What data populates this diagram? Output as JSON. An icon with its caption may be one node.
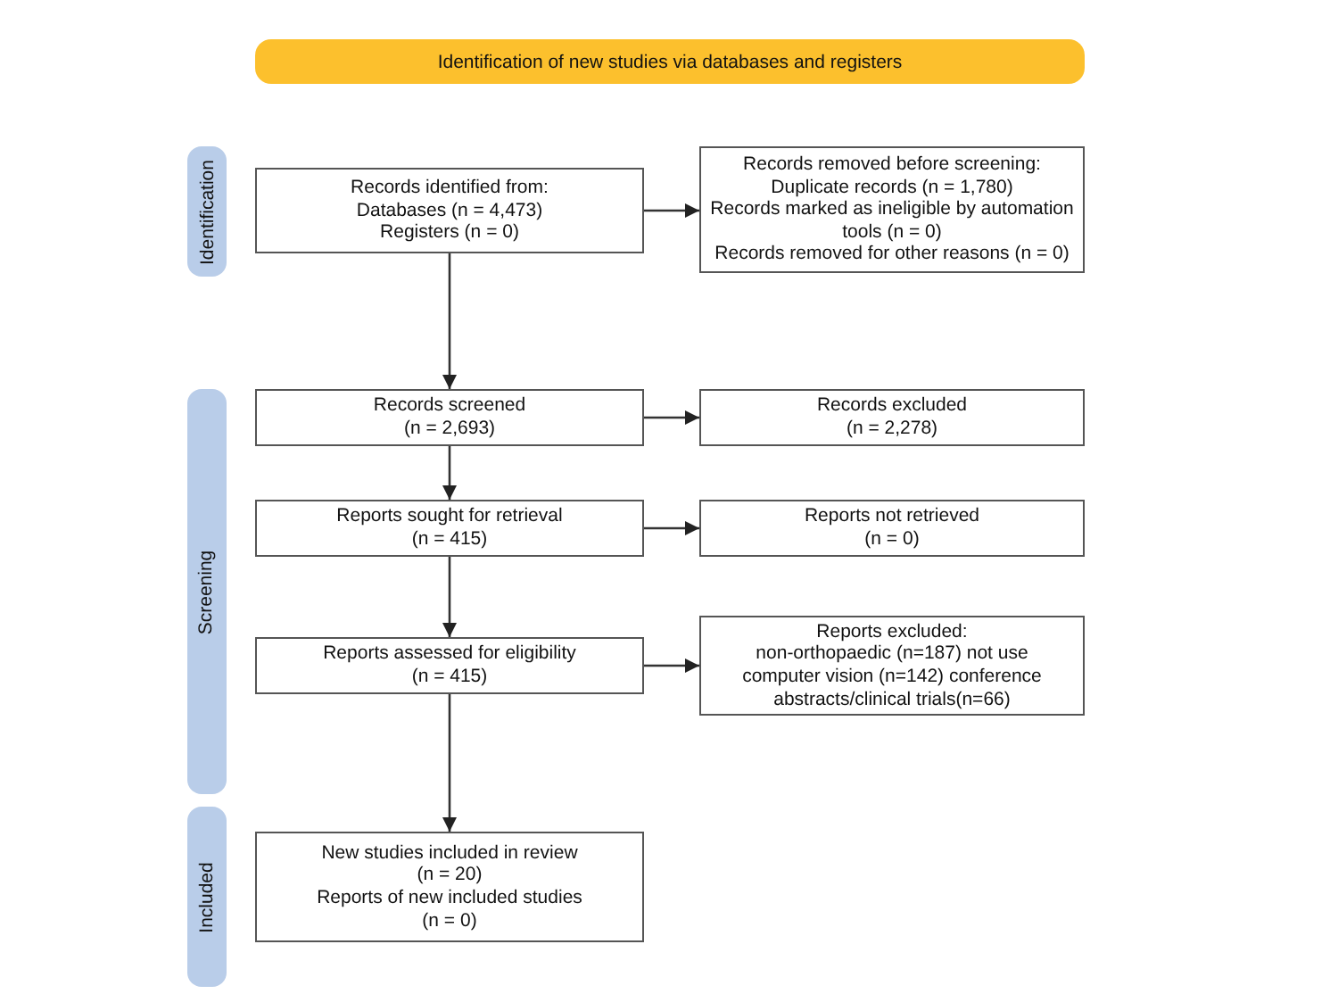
{
  "diagram": {
    "nodes": [
      {
        "text": [
          "Identification of new studies via databases and registers"
        ]
      },
      {
        "text": [
          "Identification"
        ]
      },
      {
        "text": [
          "Screening"
        ]
      },
      {
        "text": [
          "Included"
        ]
      },
      {
        "text": [
          "Records identified from:",
          "Databases (n = 4,473)",
          "Registers (n = 0)"
        ]
      },
      {
        "text": [
          "Records removed before screening:",
          "Duplicate records (n = 1,780)",
          "Records marked as ineligible by automation tools (n = 0)",
          "Records removed for other reasons (n = 0)"
        ]
      },
      {
        "text": [
          "Records screened",
          "(n = 2,693)"
        ]
      },
      {
        "text": [
          "Records excluded",
          "(n = 2,278)"
        ]
      },
      {
        "text": [
          "Reports sought for retrieval",
          "(n = 415)"
        ]
      },
      {
        "text": [
          "Reports not retrieved",
          "(n = 0)"
        ]
      },
      {
        "text": [
          "Reports assessed for eligibility",
          "(n = 415)"
        ]
      },
      {
        "text": [
          "Reports excluded:",
          "non-orthopaedic (n=187) not use computer vision (n=142) conference abstracts/clinical trials(n=66)"
        ]
      },
      {
        "text": [
          "New studies included in review",
          "(n = 20)",
          "Reports of new included studies",
          "(n = 0)"
        ]
      }
    ],
    "edges": [
      {
        "from": 4,
        "to": 5,
        "arrow": "to"
      },
      {
        "from": 4,
        "to": 6,
        "arrow": "to"
      },
      {
        "from": 6,
        "to": 7,
        "arrow": "to"
      },
      {
        "from": 6,
        "to": 8,
        "arrow": "to"
      },
      {
        "from": 8,
        "to": 9,
        "arrow": "to"
      },
      {
        "from": 8,
        "to": 10,
        "arrow": "to"
      },
      {
        "from": 10,
        "to": 11,
        "arrow": "to"
      },
      {
        "from": 10,
        "to": 12,
        "arrow": "to"
      }
    ]
  }
}
